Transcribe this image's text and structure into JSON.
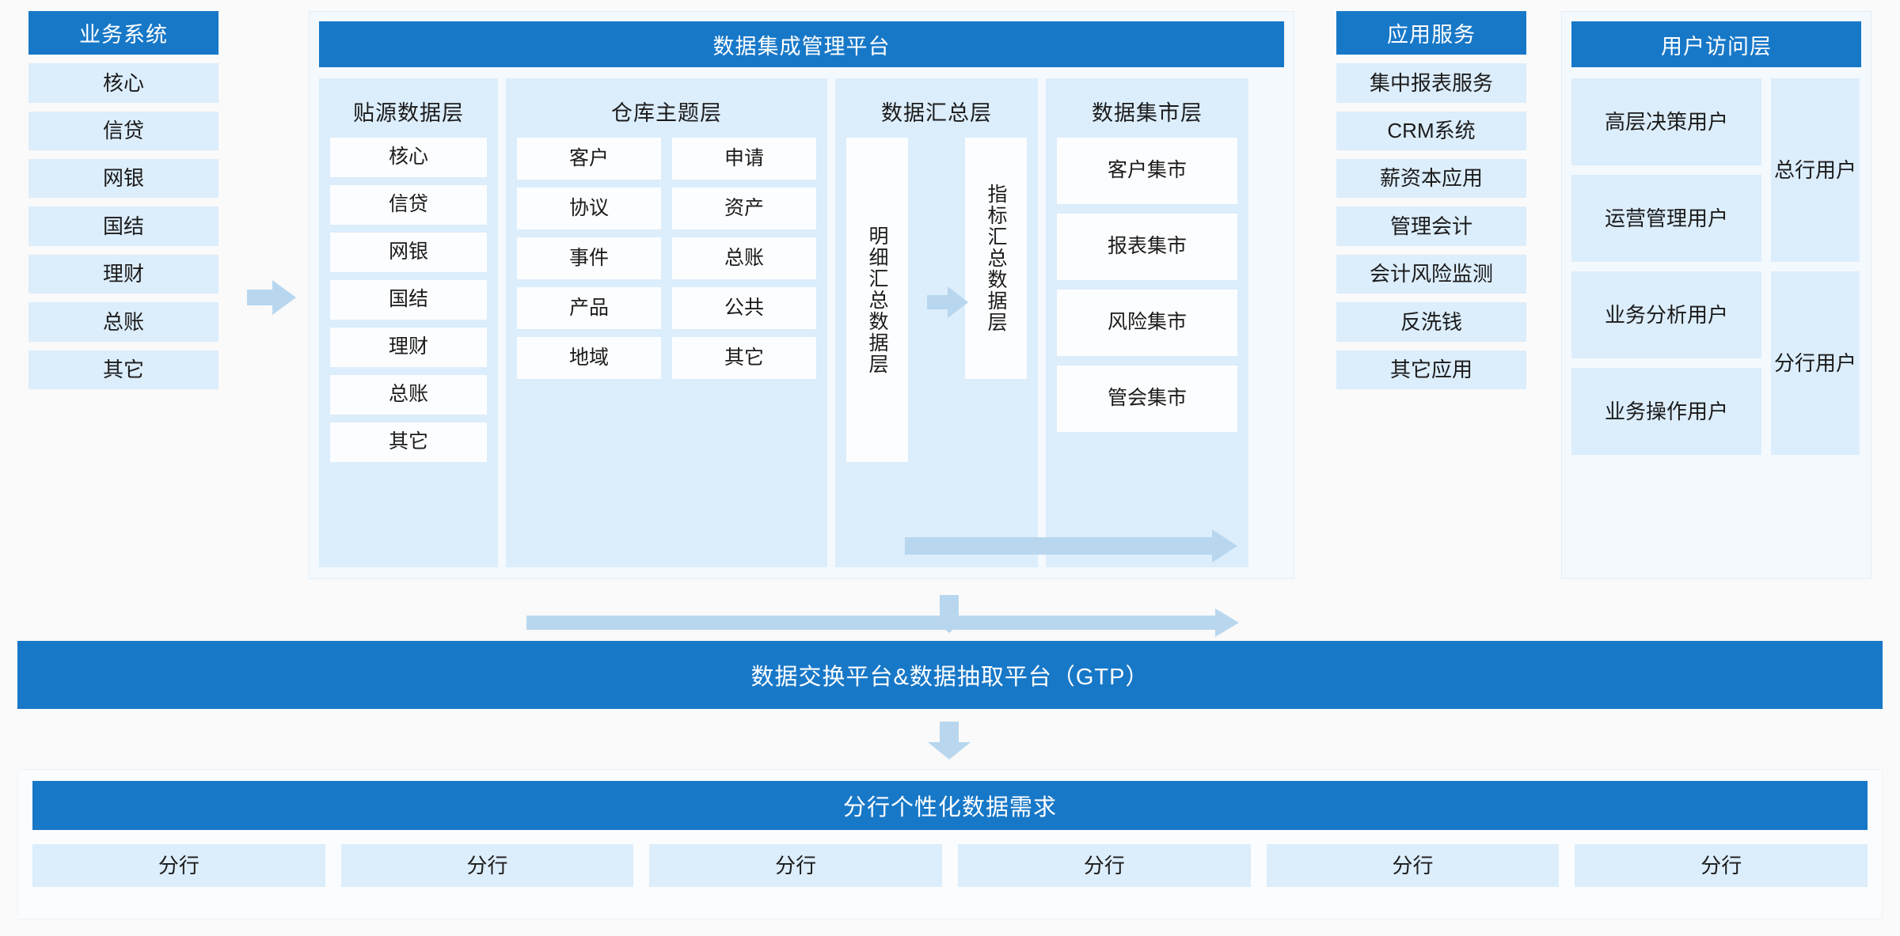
{
  "business_systems": {
    "title": "业务系统",
    "items": [
      "核心",
      "信贷",
      "网银",
      "国结",
      "理财",
      "总账",
      "其它"
    ]
  },
  "platform": {
    "title": "数据集成管理平台",
    "source_layer": {
      "title": "贴源数据层",
      "items": [
        "核心",
        "信贷",
        "网银",
        "国结",
        "理财",
        "总账",
        "其它"
      ]
    },
    "theme_layer": {
      "title": "仓库主题层",
      "items": [
        "客户",
        "申请",
        "协议",
        "资产",
        "事件",
        "总账",
        "产品",
        "公共",
        "地域",
        "其它"
      ]
    },
    "summary_layer": {
      "title": "数据汇总层",
      "detail_box": "明细汇总数据层",
      "indicator_box": "指标汇总数据层"
    },
    "mart_layer": {
      "title": "数据集市层",
      "items": [
        "客户集市",
        "报表集市",
        "风险集市",
        "管会集市"
      ]
    }
  },
  "app_services": {
    "title": "应用服务",
    "items": [
      "集中报表服务",
      "CRM系统",
      "薪资本应用",
      "管理会计",
      "会计风险监测",
      "反洗钱",
      "其它应用"
    ]
  },
  "user_access": {
    "title": "用户访问层",
    "roles": [
      "高层决策用户",
      "运营管理用户",
      "业务分析用户",
      "业务操作用户"
    ],
    "groups": [
      "总行用户",
      "分行用户"
    ]
  },
  "gtp_bar": {
    "title": "数据交换平台&数据抽取平台（GTP）"
  },
  "branch_section": {
    "title": "分行个性化数据需求",
    "items": [
      "分行",
      "分行",
      "分行",
      "分行",
      "分行",
      "分行"
    ]
  },
  "colors": {
    "brand_blue": "#1878c8",
    "cell_blue": "#dcedfb",
    "arrow_blue": "#b8d7ef",
    "panel_bg": "#f4f9fe",
    "white_cell": "#fcfdff"
  }
}
